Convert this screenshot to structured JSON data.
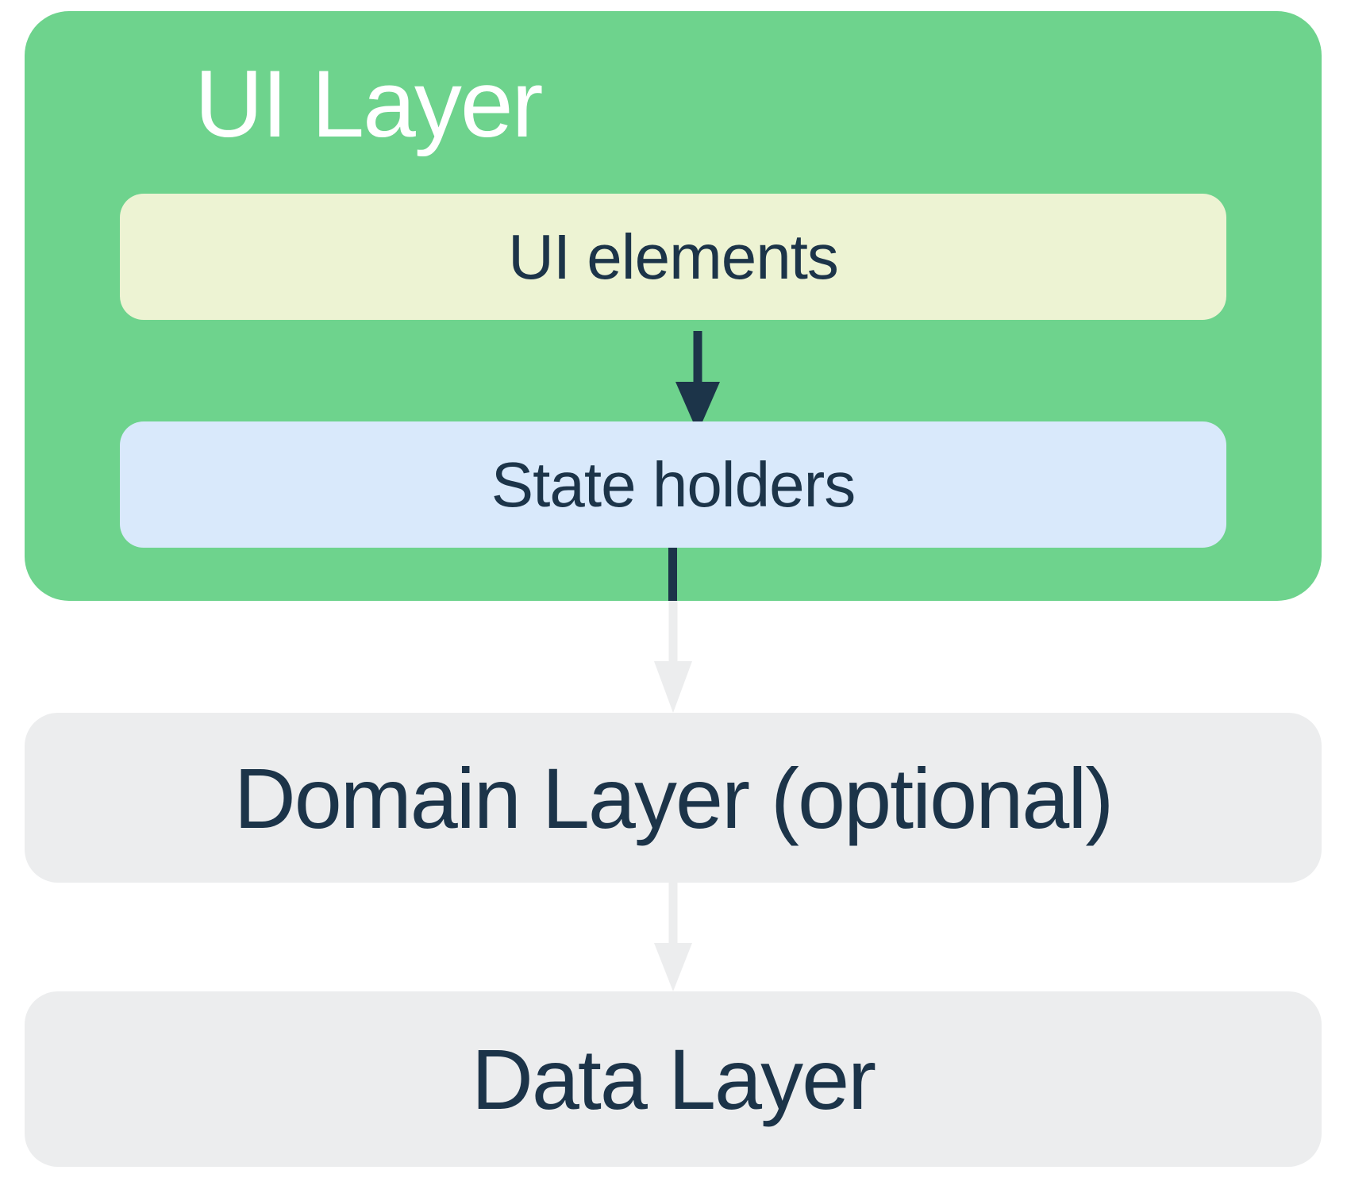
{
  "diagram": {
    "ui_layer": {
      "title": "UI Layer"
    },
    "ui_elements": {
      "label": "UI elements"
    },
    "state_holders": {
      "label": "State holders"
    },
    "domain_layer": {
      "label": "Domain Layer (optional)"
    },
    "data_layer": {
      "label": "Data Layer"
    }
  },
  "colors": {
    "background": "#FFFFFF",
    "layer_green": "#6ED38D",
    "ui_elements_cream": "#EDF3D3",
    "state_holders_blue": "#D9E9FB",
    "layer_gray": "#ECEDEE",
    "arrow_gray": "#ECEDEE",
    "text_navy": "#1C3449",
    "text_white": "#FFFFFF"
  }
}
